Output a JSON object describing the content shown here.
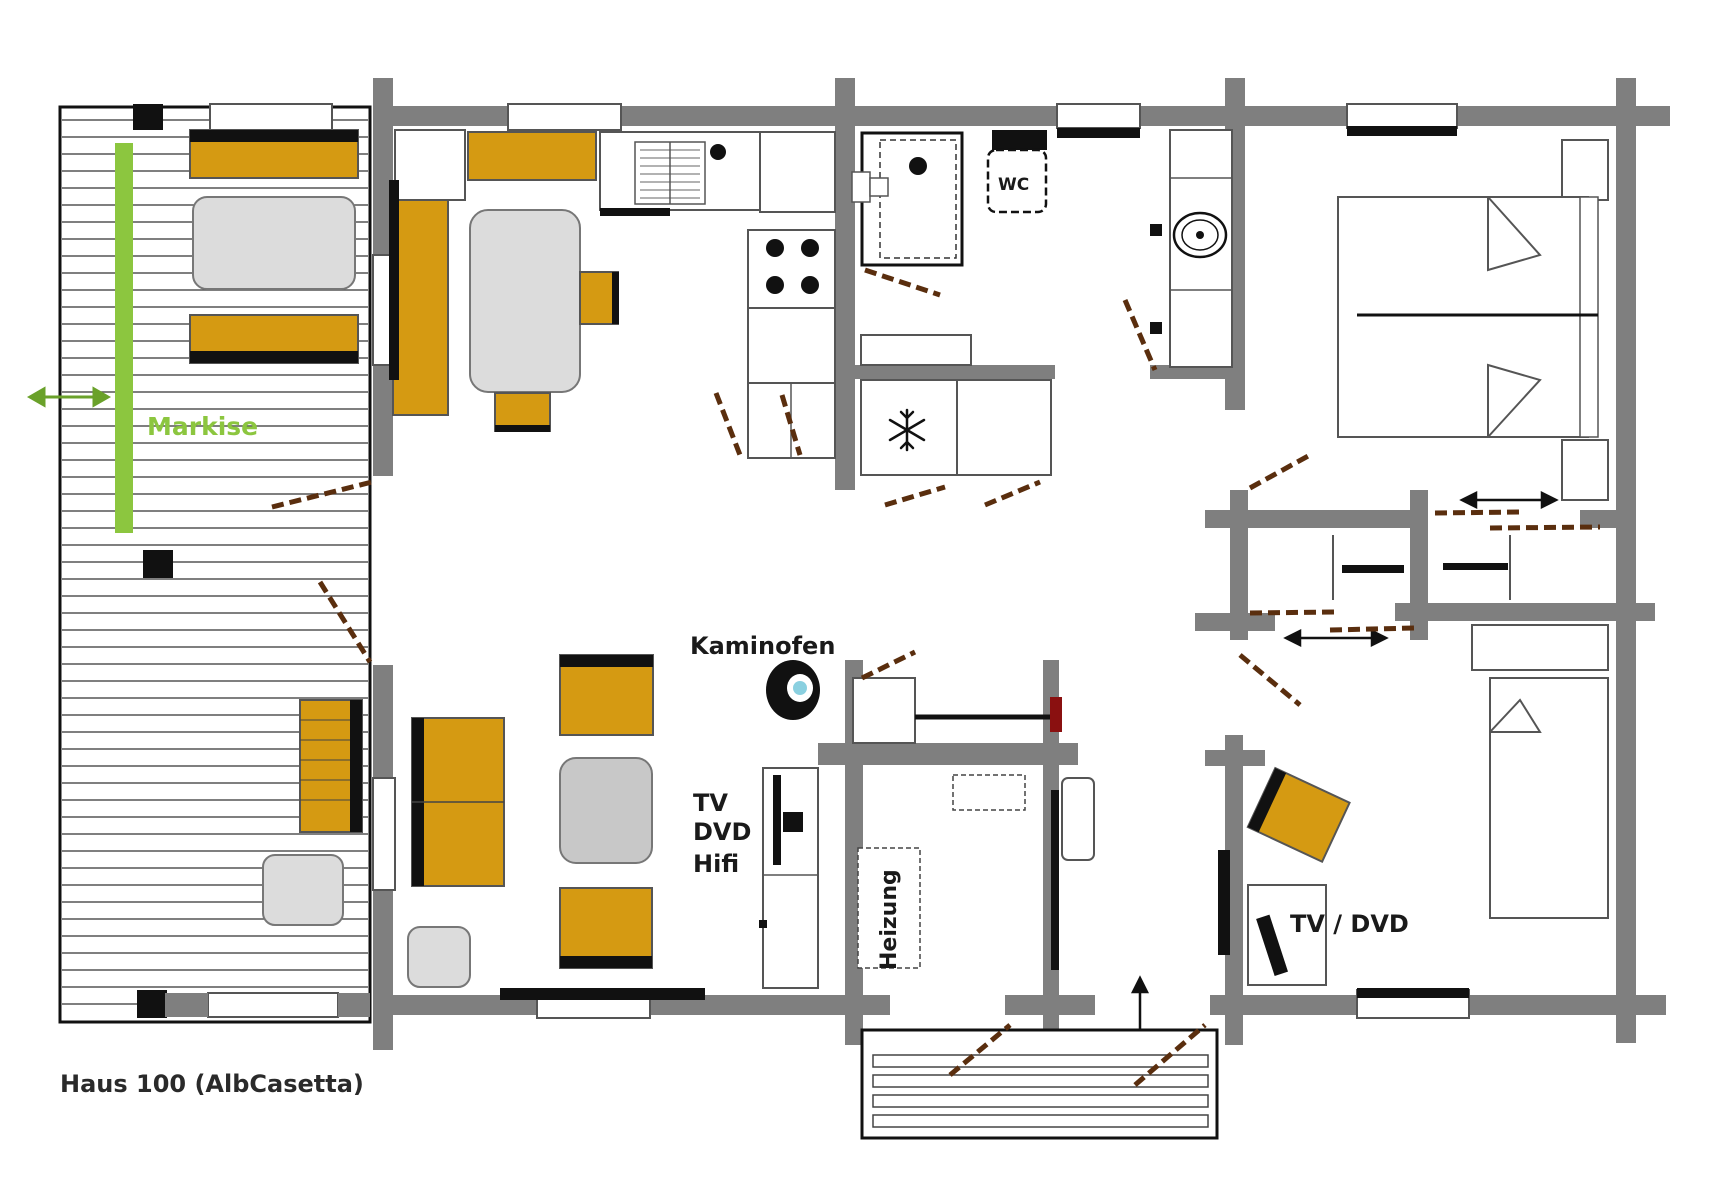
{
  "labels": {
    "awning": "Markise",
    "stove": "Kaminofen",
    "tv_line1": "TV",
    "tv_line2": "DVD",
    "tv_line3": "Hifi",
    "heating": "Heizung",
    "wc": "WC",
    "bedroom_tv": "TV / DVD",
    "caption": "Haus 100 (AlbCasetta)"
  },
  "icons": {
    "freezer": "snowflake-icon",
    "double_arrow": "double-arrow-icon"
  },
  "colors": {
    "wall": "#7f7f7f",
    "furniture": "#d59a12",
    "table": "#dcdcdc",
    "awning": "#8cc63f",
    "door_swing": "#5a2e0e",
    "window": "#ffffff",
    "dark": "#111111",
    "heater_red": "#8a1010"
  }
}
